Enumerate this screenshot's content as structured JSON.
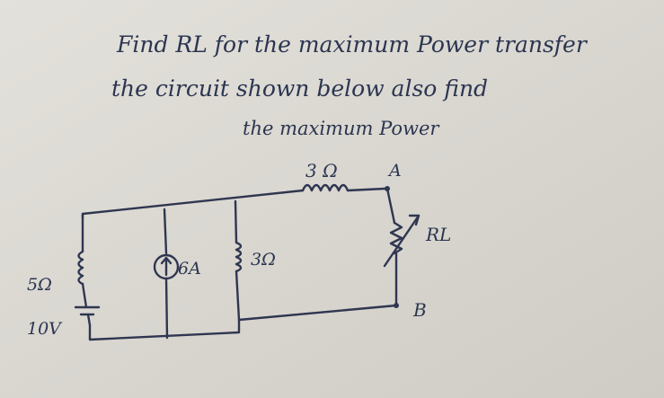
{
  "note": {
    "line1": "Find RL for the maximum Power transfer",
    "line2": "the circuit shown below also find",
    "line3": "the maximum Power"
  },
  "circuit": {
    "series_resistor_label": "3 Ω",
    "terminal_a_label": "A",
    "terminal_b_label": "B",
    "load_label": "RL",
    "current_source_label": "6A",
    "shunt_resistor_label": "3Ω",
    "source_resistor_label": "5Ω",
    "voltage_source_label": "10V"
  },
  "colors": {
    "paper": "#d9d6cf",
    "ink": "#2f3650"
  }
}
